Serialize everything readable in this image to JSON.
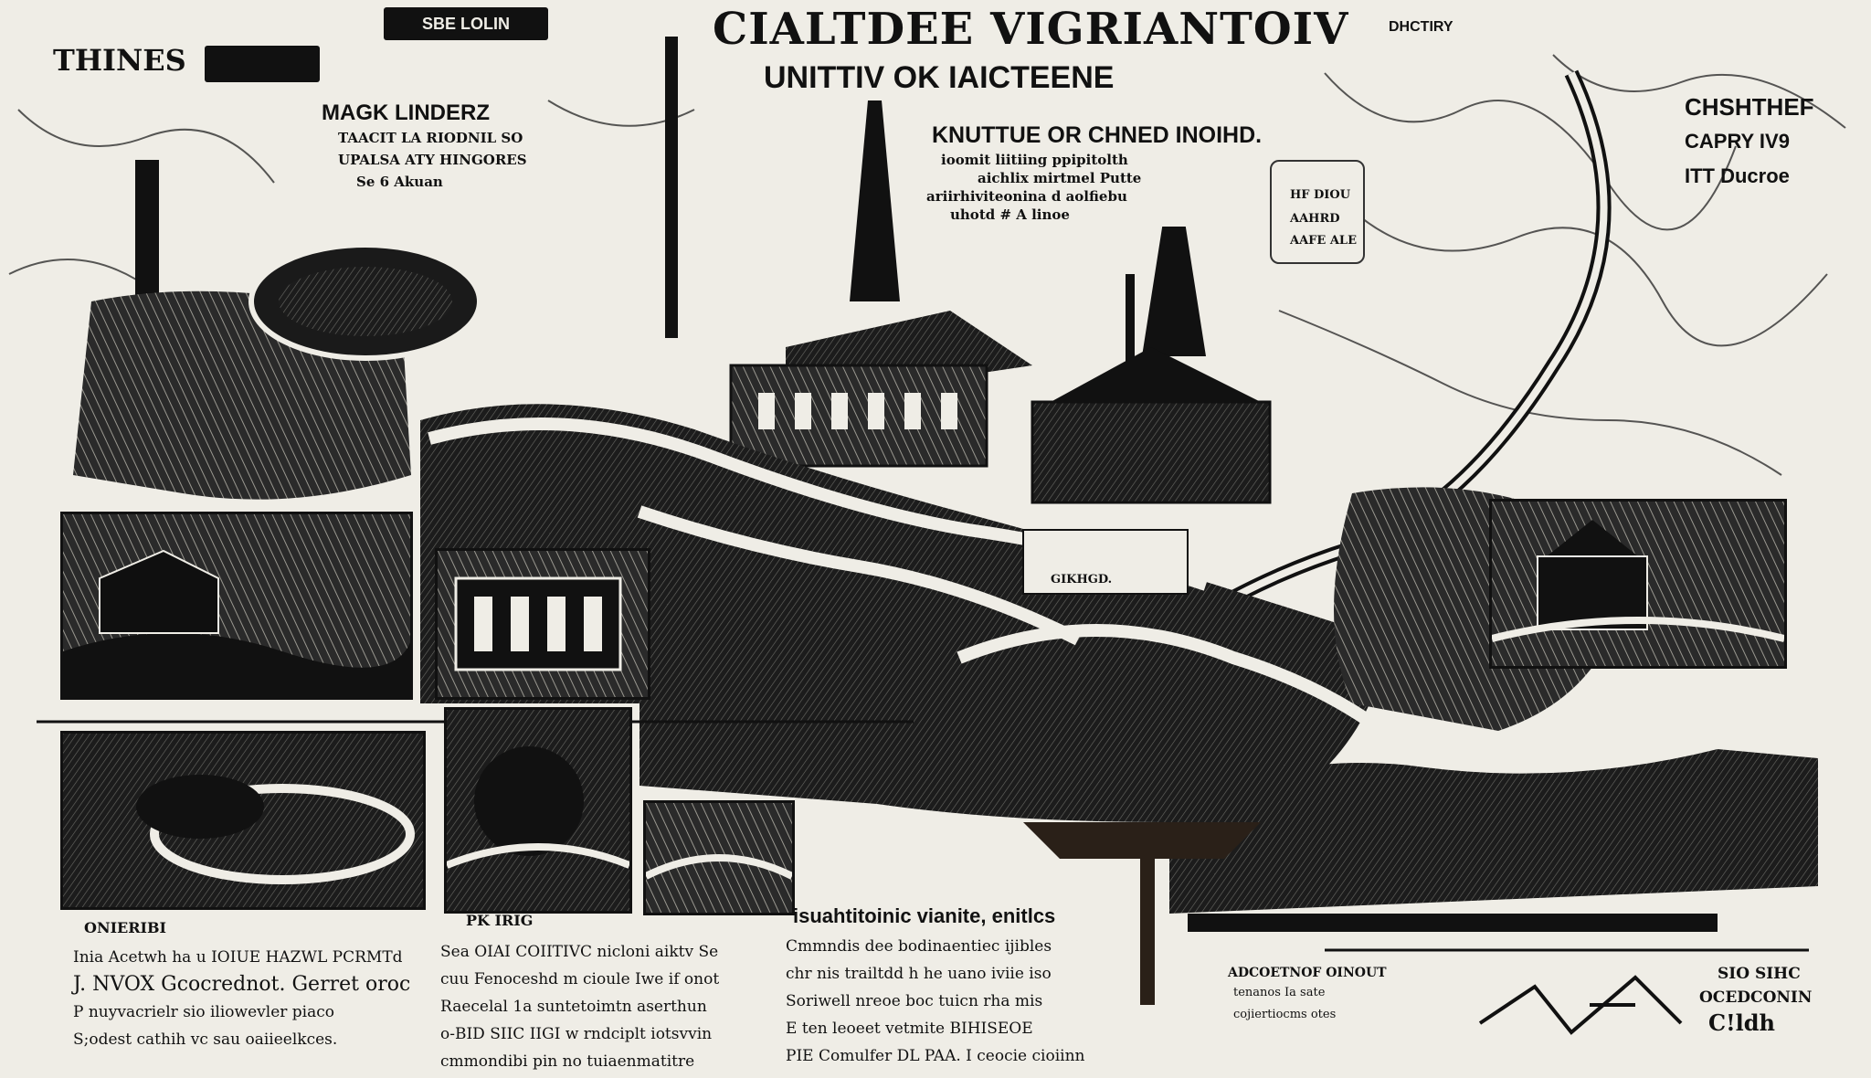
{
  "masthead": {
    "title": "CIALTDEE VIGRIANTOIV",
    "subtitle": "UNITTIV OK IAICTEENE",
    "corner_left": "THINES",
    "badge_left": "",
    "badge_top": "SBE LOLIN",
    "corner_right": "DHCTIRY"
  },
  "left_notice": {
    "heading": "MAGK LINDERZ",
    "lines": [
      "TAACIT LA RIODNIL SO",
      "UPALSA ATY HINGORES",
      "Se 6 Akuan"
    ]
  },
  "center_notice": {
    "heading": "KNUTTUE OR CHNED INOIHD.",
    "lines": [
      "ioomit liitiing ppipitolth",
      "aichlix mirtmel Putte",
      "ariirhiviteonina d aolfiebu",
      "uhotd # A linoe"
    ]
  },
  "right_notice": {
    "lines": [
      "CHSHTHEF",
      "CAPRY IV9",
      "ITT Ducroe"
    ]
  },
  "right_card": {
    "lines": [
      "HF DIOU",
      "AAHRD",
      "AAFE ALE"
    ]
  },
  "map_label": "GIKHGD.",
  "captions": {
    "left": "ONIERIBI",
    "middle": "PK IRIG",
    "center": "isuahtitoinic vianite, enitlcs",
    "right_a": "ADCOETNOF OINOUT",
    "right_b": "SIO SIHC",
    "right_c": "OCEDCONIN",
    "right_d": "C!ldh"
  },
  "columns": {
    "left": [
      "Inia Acetwh ha u IOIUE HAZWL PCRMTd",
      "J. NVOX Gcocrednot. Gerret oroc",
      "P nuyvacrielr sio iliowevler piaco",
      "S;odest cathih vc sau oaiieelkces."
    ],
    "middle": [
      "Sea OIAI COIITIVC nicloni aiktv Se",
      "cuu Fenoceshd m cioule Iwe if onot",
      "Raecelal 1a suntetoimtn aserthun",
      "o-BID SIIC IIGI w rndciplt iotsvvin",
      "cmmondibi pin no tuiaenmatitre"
    ],
    "center": [
      "Cmmndis dee bodinaentiec ijibles",
      "chr nis trailtdd h he uano iviie iso",
      "Soriwell nreoe boc tuicn rha mis",
      "E ten leoeet vetmite BIHISEOE",
      "PIE Comulfer DL PAA. I ceocie cioiinn"
    ],
    "right": [
      "tenanos Ia sate",
      "cojiertiocms otes"
    ]
  },
  "colors": {
    "paper": "#efede6",
    "ink": "#111111",
    "accent": "#8a1a1a"
  }
}
